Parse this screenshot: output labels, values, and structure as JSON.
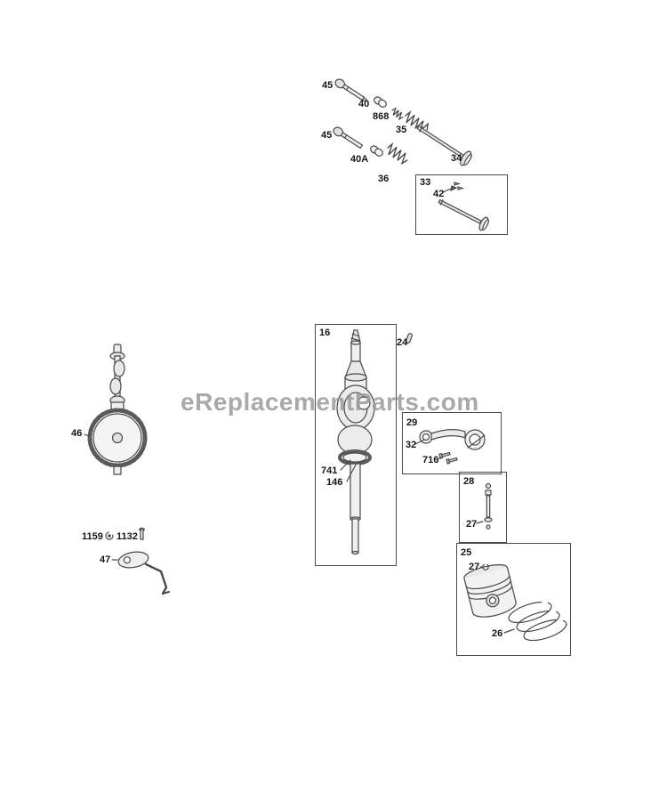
{
  "watermark": {
    "text": "eReplacementParts.com",
    "color": "#9b9b9b"
  },
  "colors": {
    "line": "#4a4a4a",
    "fill_light": "#efefef",
    "box_border": "#4a4a4a",
    "label_text": "#151515"
  },
  "labels": {
    "k45a": "45",
    "k40": "40",
    "k868": "868",
    "k35": "35",
    "k34": "34",
    "k45b": "45",
    "k40A": "40A",
    "k36": "36",
    "k33": "33",
    "k42": "42",
    "k46": "46",
    "k16": "16",
    "k24": "24",
    "k741": "741",
    "k146": "146",
    "k29": "29",
    "k32": "32",
    "k716": "716",
    "k28": "28",
    "k27a": "27",
    "k25": "25",
    "k27b": "27",
    "k26": "26",
    "k1159": "1159",
    "k1132": "1132",
    "k47": "47"
  }
}
